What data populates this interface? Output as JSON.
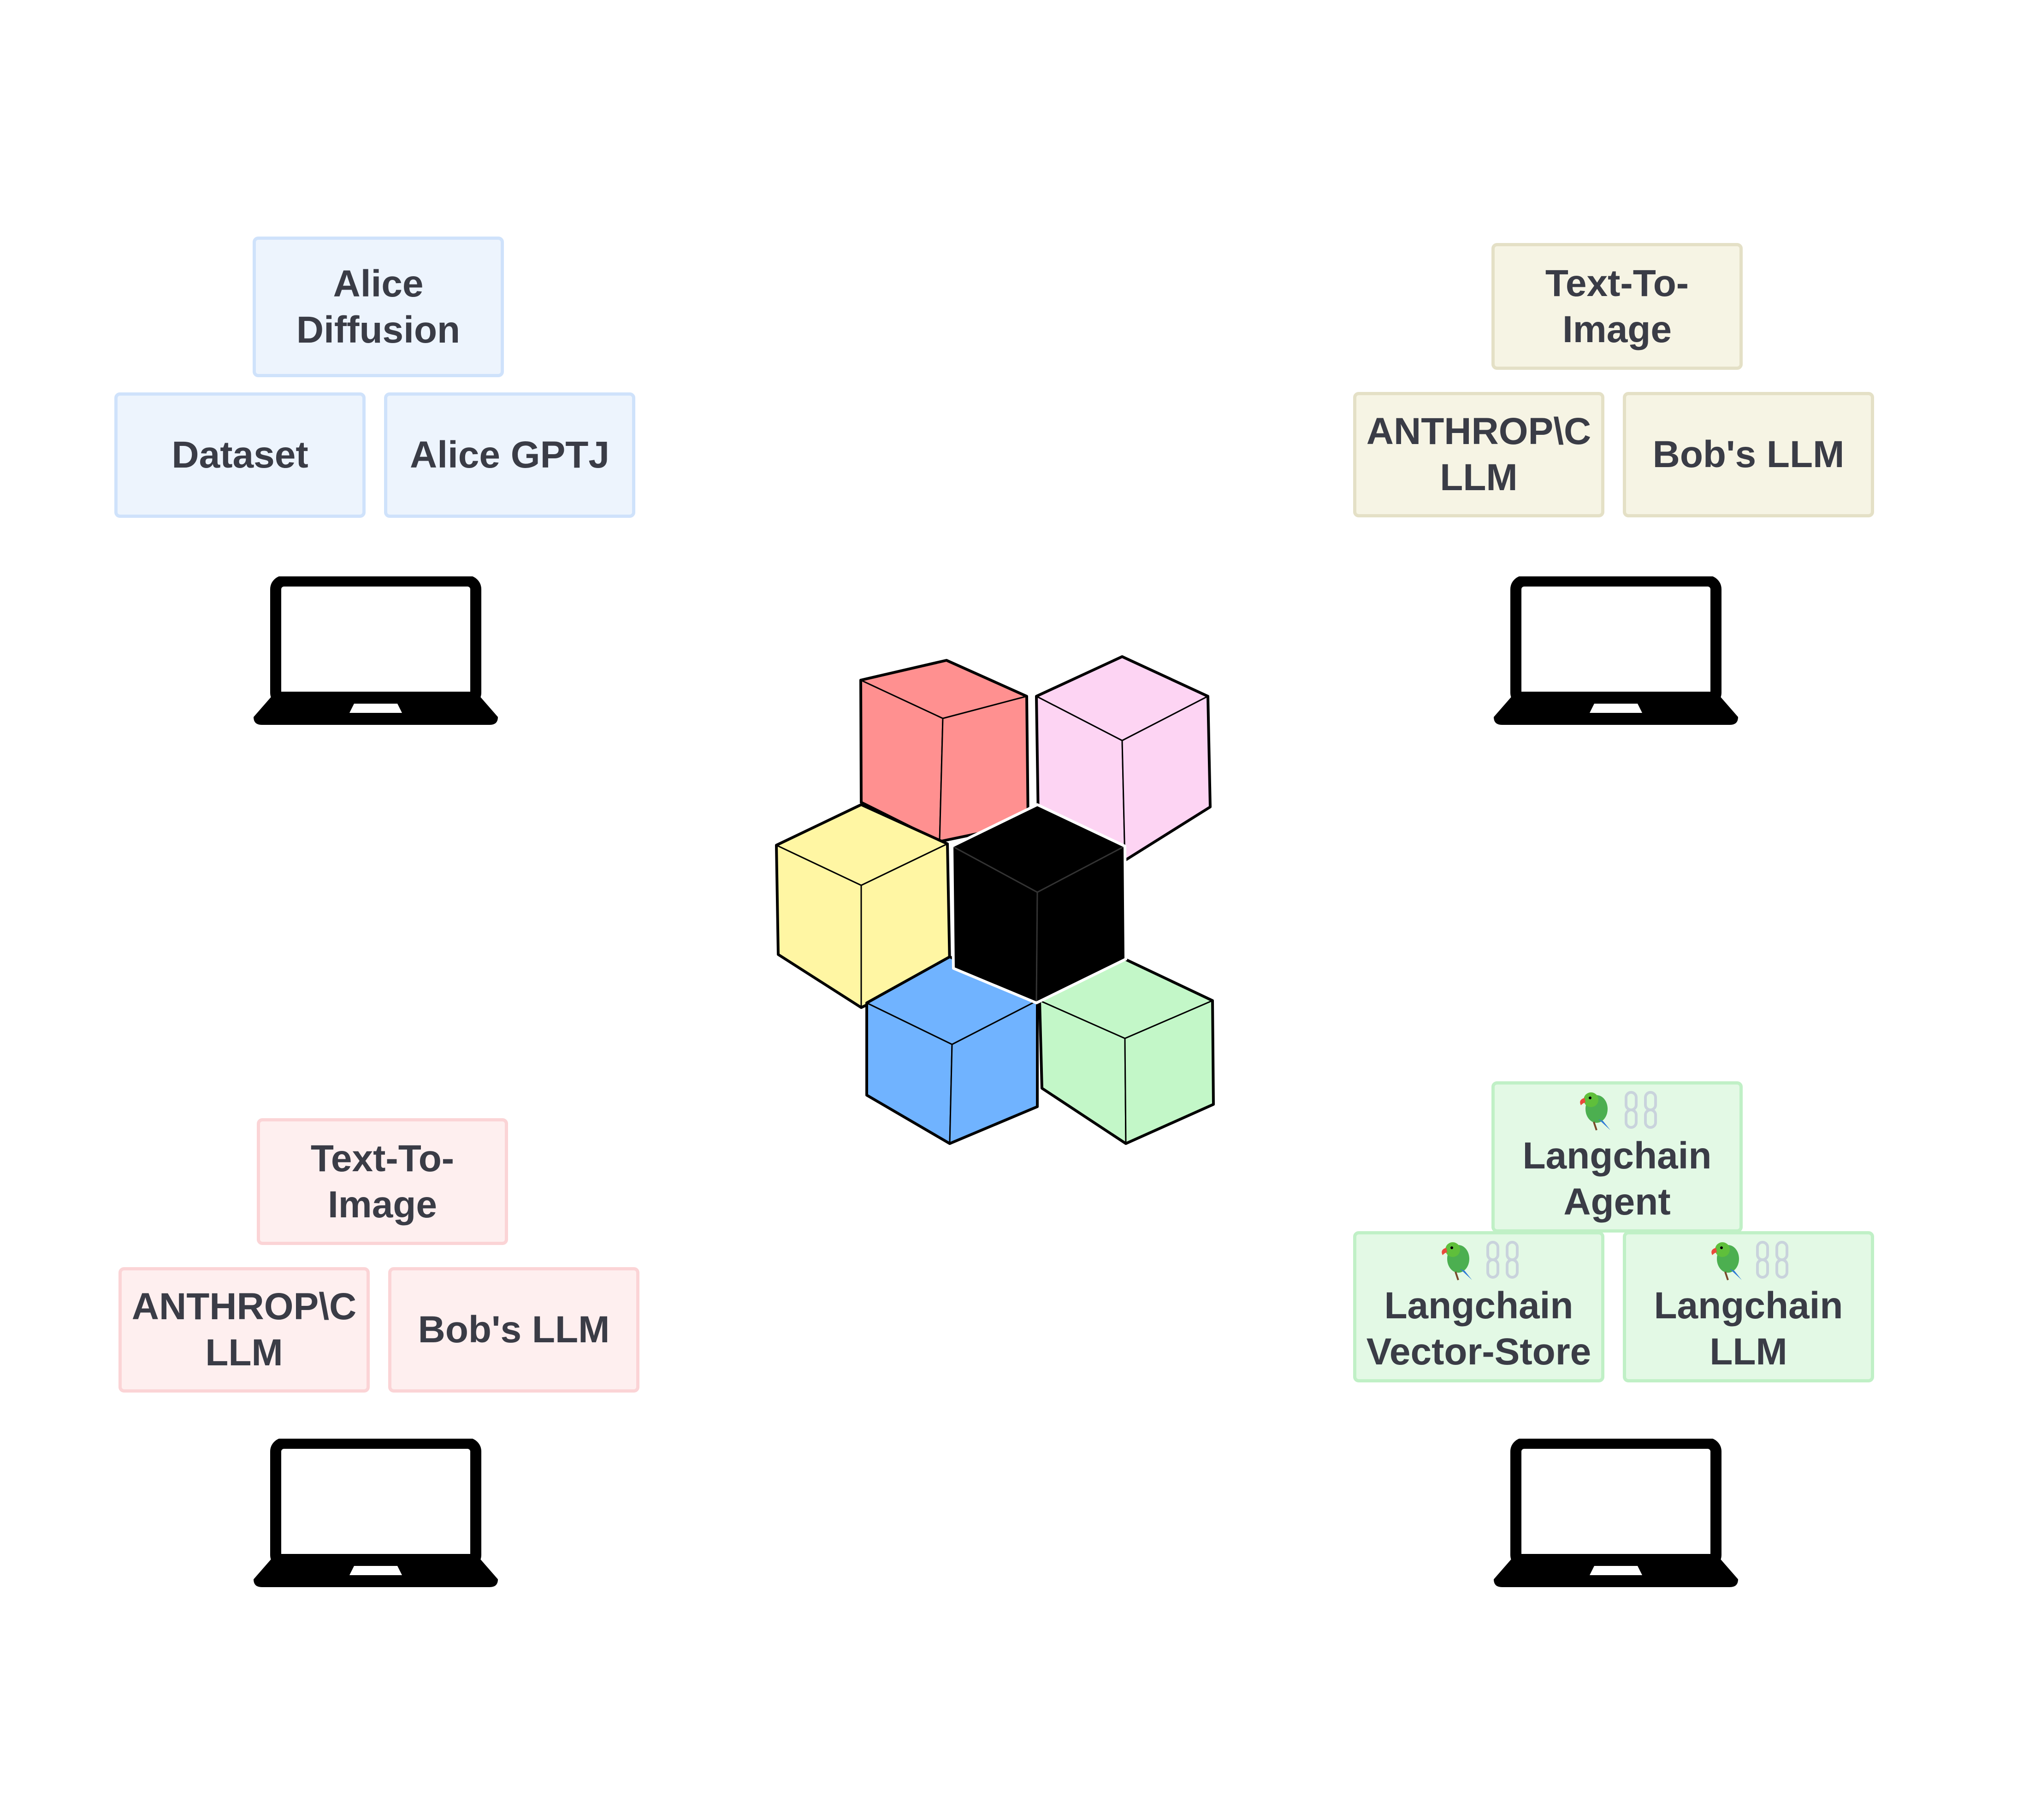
{
  "colors": {
    "blue_fill": "#edf4fd",
    "tan_fill": "#f6f4e4",
    "pink_fill": "#feefef",
    "green_fill": "#e3f9e5",
    "cube_red": "#ff9090",
    "cube_pink": "#fdd4f3",
    "cube_yellow": "#fff6a3",
    "cube_black": "#000000",
    "cube_blue": "#70b3ff",
    "cube_green": "#c3f7c8"
  },
  "groups": {
    "top_left": {
      "top": "Alice\nDiffusion",
      "left": "Dataset",
      "right": "Alice GPTJ"
    },
    "top_right": {
      "top": "Text-To-Image",
      "left": "ANTHROP\\C\nLLM",
      "right": "Bob's LLM"
    },
    "bottom_left": {
      "top": "Text-To-Image",
      "left": "ANTHROP\\C\nLLM",
      "right": "Bob's LLM"
    },
    "bottom_right": {
      "top": "Langchain\nAgent",
      "left": "Langchain\nVector-Store",
      "right": "Langchain\nLLM",
      "icons": [
        "parrot-icon",
        "chain-icon"
      ]
    }
  }
}
